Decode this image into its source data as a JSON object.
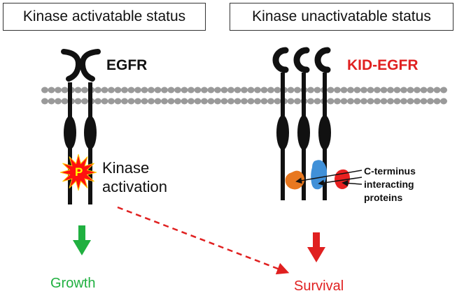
{
  "titles": {
    "left": "Kinase activatable status",
    "right": "Kinase unactivatable status"
  },
  "labels": {
    "egfr": "EGFR",
    "kid_egfr": "KID-EGFR",
    "kinase_line1": "Kinase",
    "kinase_line2": "activation",
    "phospho": "P",
    "cterm_line1": "C-terminus",
    "cterm_line2": "interacting",
    "cterm_line3": "proteins",
    "growth": "Growth",
    "survival": "Survival"
  },
  "colors": {
    "receptor": "#111111",
    "membrane": "#9a9a9a",
    "growth": "#20b040",
    "survival": "#e02020",
    "kid_label": "#e02020",
    "burst": "#ff1010",
    "phospho_text": "#ffff00",
    "protein_orange": "#e87820",
    "protein_blue": "#4090d8",
    "protein_red": "#e82020"
  }
}
